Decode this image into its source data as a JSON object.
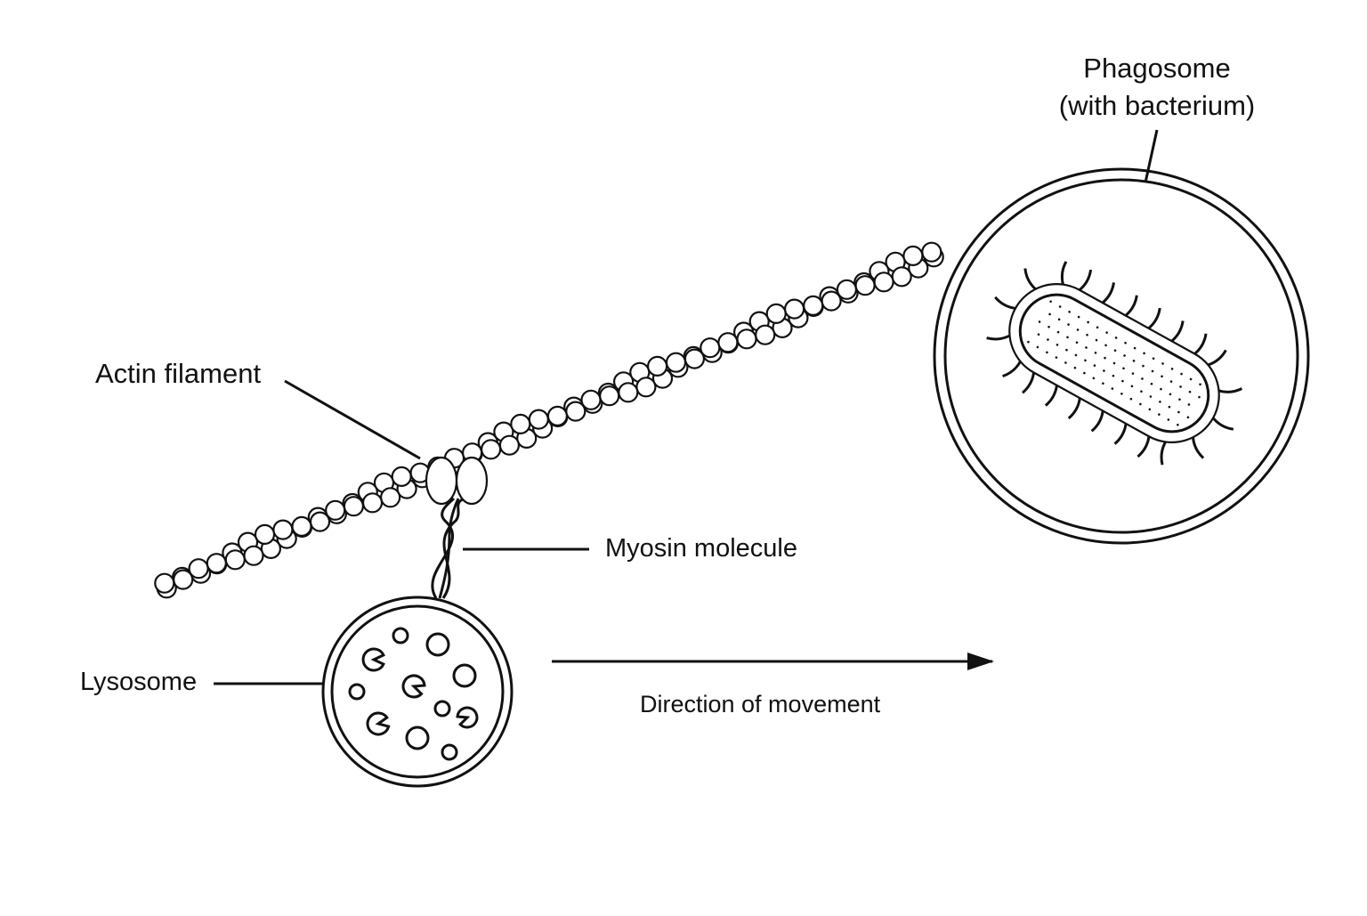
{
  "labels": {
    "phagosome_line1": "Phagosome",
    "phagosome_line2": "(with bacterium)",
    "actin_filament": "Actin filament",
    "myosin_molecule": "Myosin molecule",
    "lysosome": "Lysosome",
    "direction": "Direction of movement"
  },
  "colors": {
    "ink": "#111111",
    "background": "#ffffff"
  }
}
